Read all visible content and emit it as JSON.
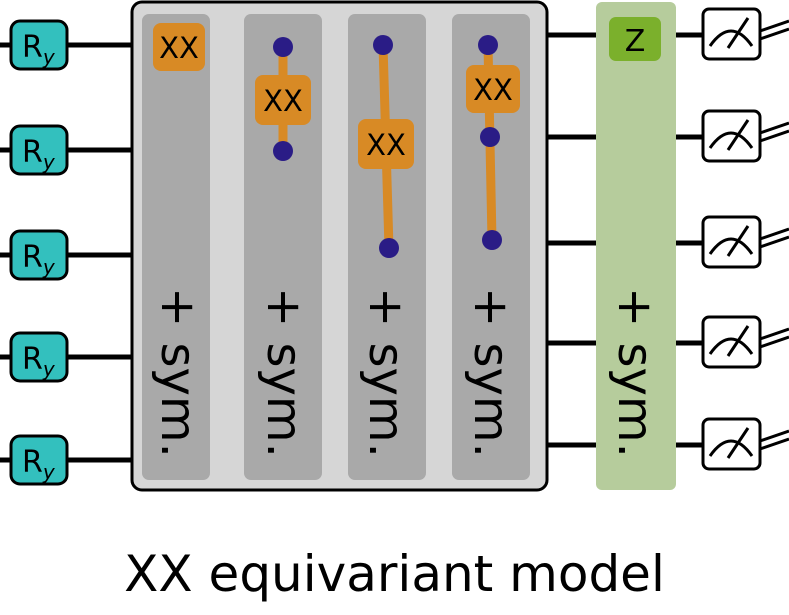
{
  "rotation_gate": {
    "base": "R",
    "subscript": "y"
  },
  "two_qubit_gate": "XX",
  "z_gate": "Z",
  "sym_label": "+ sym.",
  "caption": "XX equivariant model",
  "colors": {
    "rotation_fill": "#33c0be",
    "xx_fill": "#d88a25",
    "z_fill": "#7bb02c",
    "block_outer": "#d6d6d6",
    "block_inner": "#a9a9a9",
    "z_block": "#b6cc9c",
    "qubit_dot": "#2a1c86",
    "wire": "#000000"
  }
}
